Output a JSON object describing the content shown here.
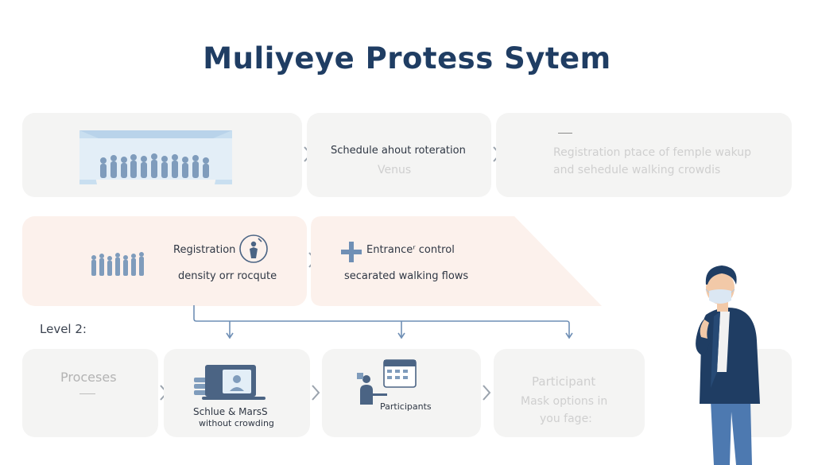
{
  "title": "Muliyeye Protess Sytem",
  "level_label": "Level 2:",
  "row1": {
    "card2": {
      "line1": "Schedule ahout roteration",
      "line2": "Venus"
    },
    "card3": {
      "line1": "Registration ptace of femple wakup",
      "line2": "and sehedule walking crowdis"
    }
  },
  "row2": {
    "card1": {
      "line1": "Registration",
      "line2": "density orr rocqute"
    },
    "card2": {
      "line1": "Entranceʳ control",
      "line2": "secarated walking flows"
    }
  },
  "row3": {
    "card1": {
      "label": "Proceses"
    },
    "card2": {
      "line1": "Schlue & MarsS",
      "line2": "without crowding"
    },
    "card3": {
      "label": "Participants"
    },
    "card4": {
      "line1": "Participant",
      "line2": "Mask options in",
      "line3": "you fage:"
    }
  },
  "colors": {
    "title": "#1f3d63",
    "accent_blue": "#6f8fb5",
    "card_grey": "#f4f4f3",
    "card_peach": "#fcf1ec"
  }
}
